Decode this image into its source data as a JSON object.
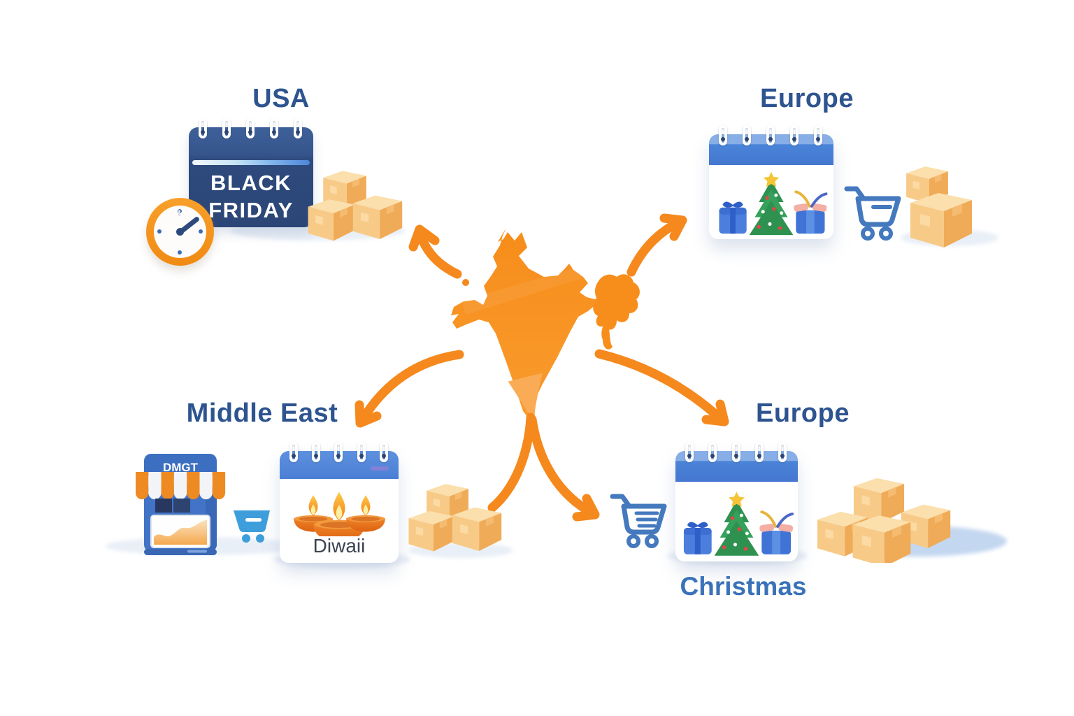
{
  "regions": {
    "usa": {
      "label": "USA",
      "calendar_line1": "BLACK",
      "calendar_line2": "FRIDAY"
    },
    "europe_top": {
      "label": "Europe"
    },
    "middle_east": {
      "label": "Middle East",
      "store_sign": "DMGT",
      "diwali_caption": "Diwaii"
    },
    "europe_bottom": {
      "label": "Europe",
      "holiday_label": "Christmas"
    }
  },
  "icons": [
    "india-map",
    "flow-arrow",
    "wall-clock",
    "black-friday-calendar",
    "package-boxes",
    "christmas-calendar",
    "shopping-cart",
    "storefront",
    "diwali-calendar",
    "diya-lamp",
    "christmas-tree",
    "gift-box"
  ],
  "colors": {
    "arrow_orange": "#F5891D",
    "map_orange": "#F78E1C",
    "map_orange_light": "#F9AC55",
    "label_blue": "#2E5490",
    "christmas_label_blue": "#3A72B8",
    "bf_calendar_navy": "#2E4A7E",
    "calendar_header_blue": "#4A84D8",
    "cart_blue": "#4479BE",
    "box_front": "#F8CA88",
    "box_side": "#EFAB57",
    "box_top": "#FBDFAC",
    "awning_orange": "#EE8A22"
  }
}
